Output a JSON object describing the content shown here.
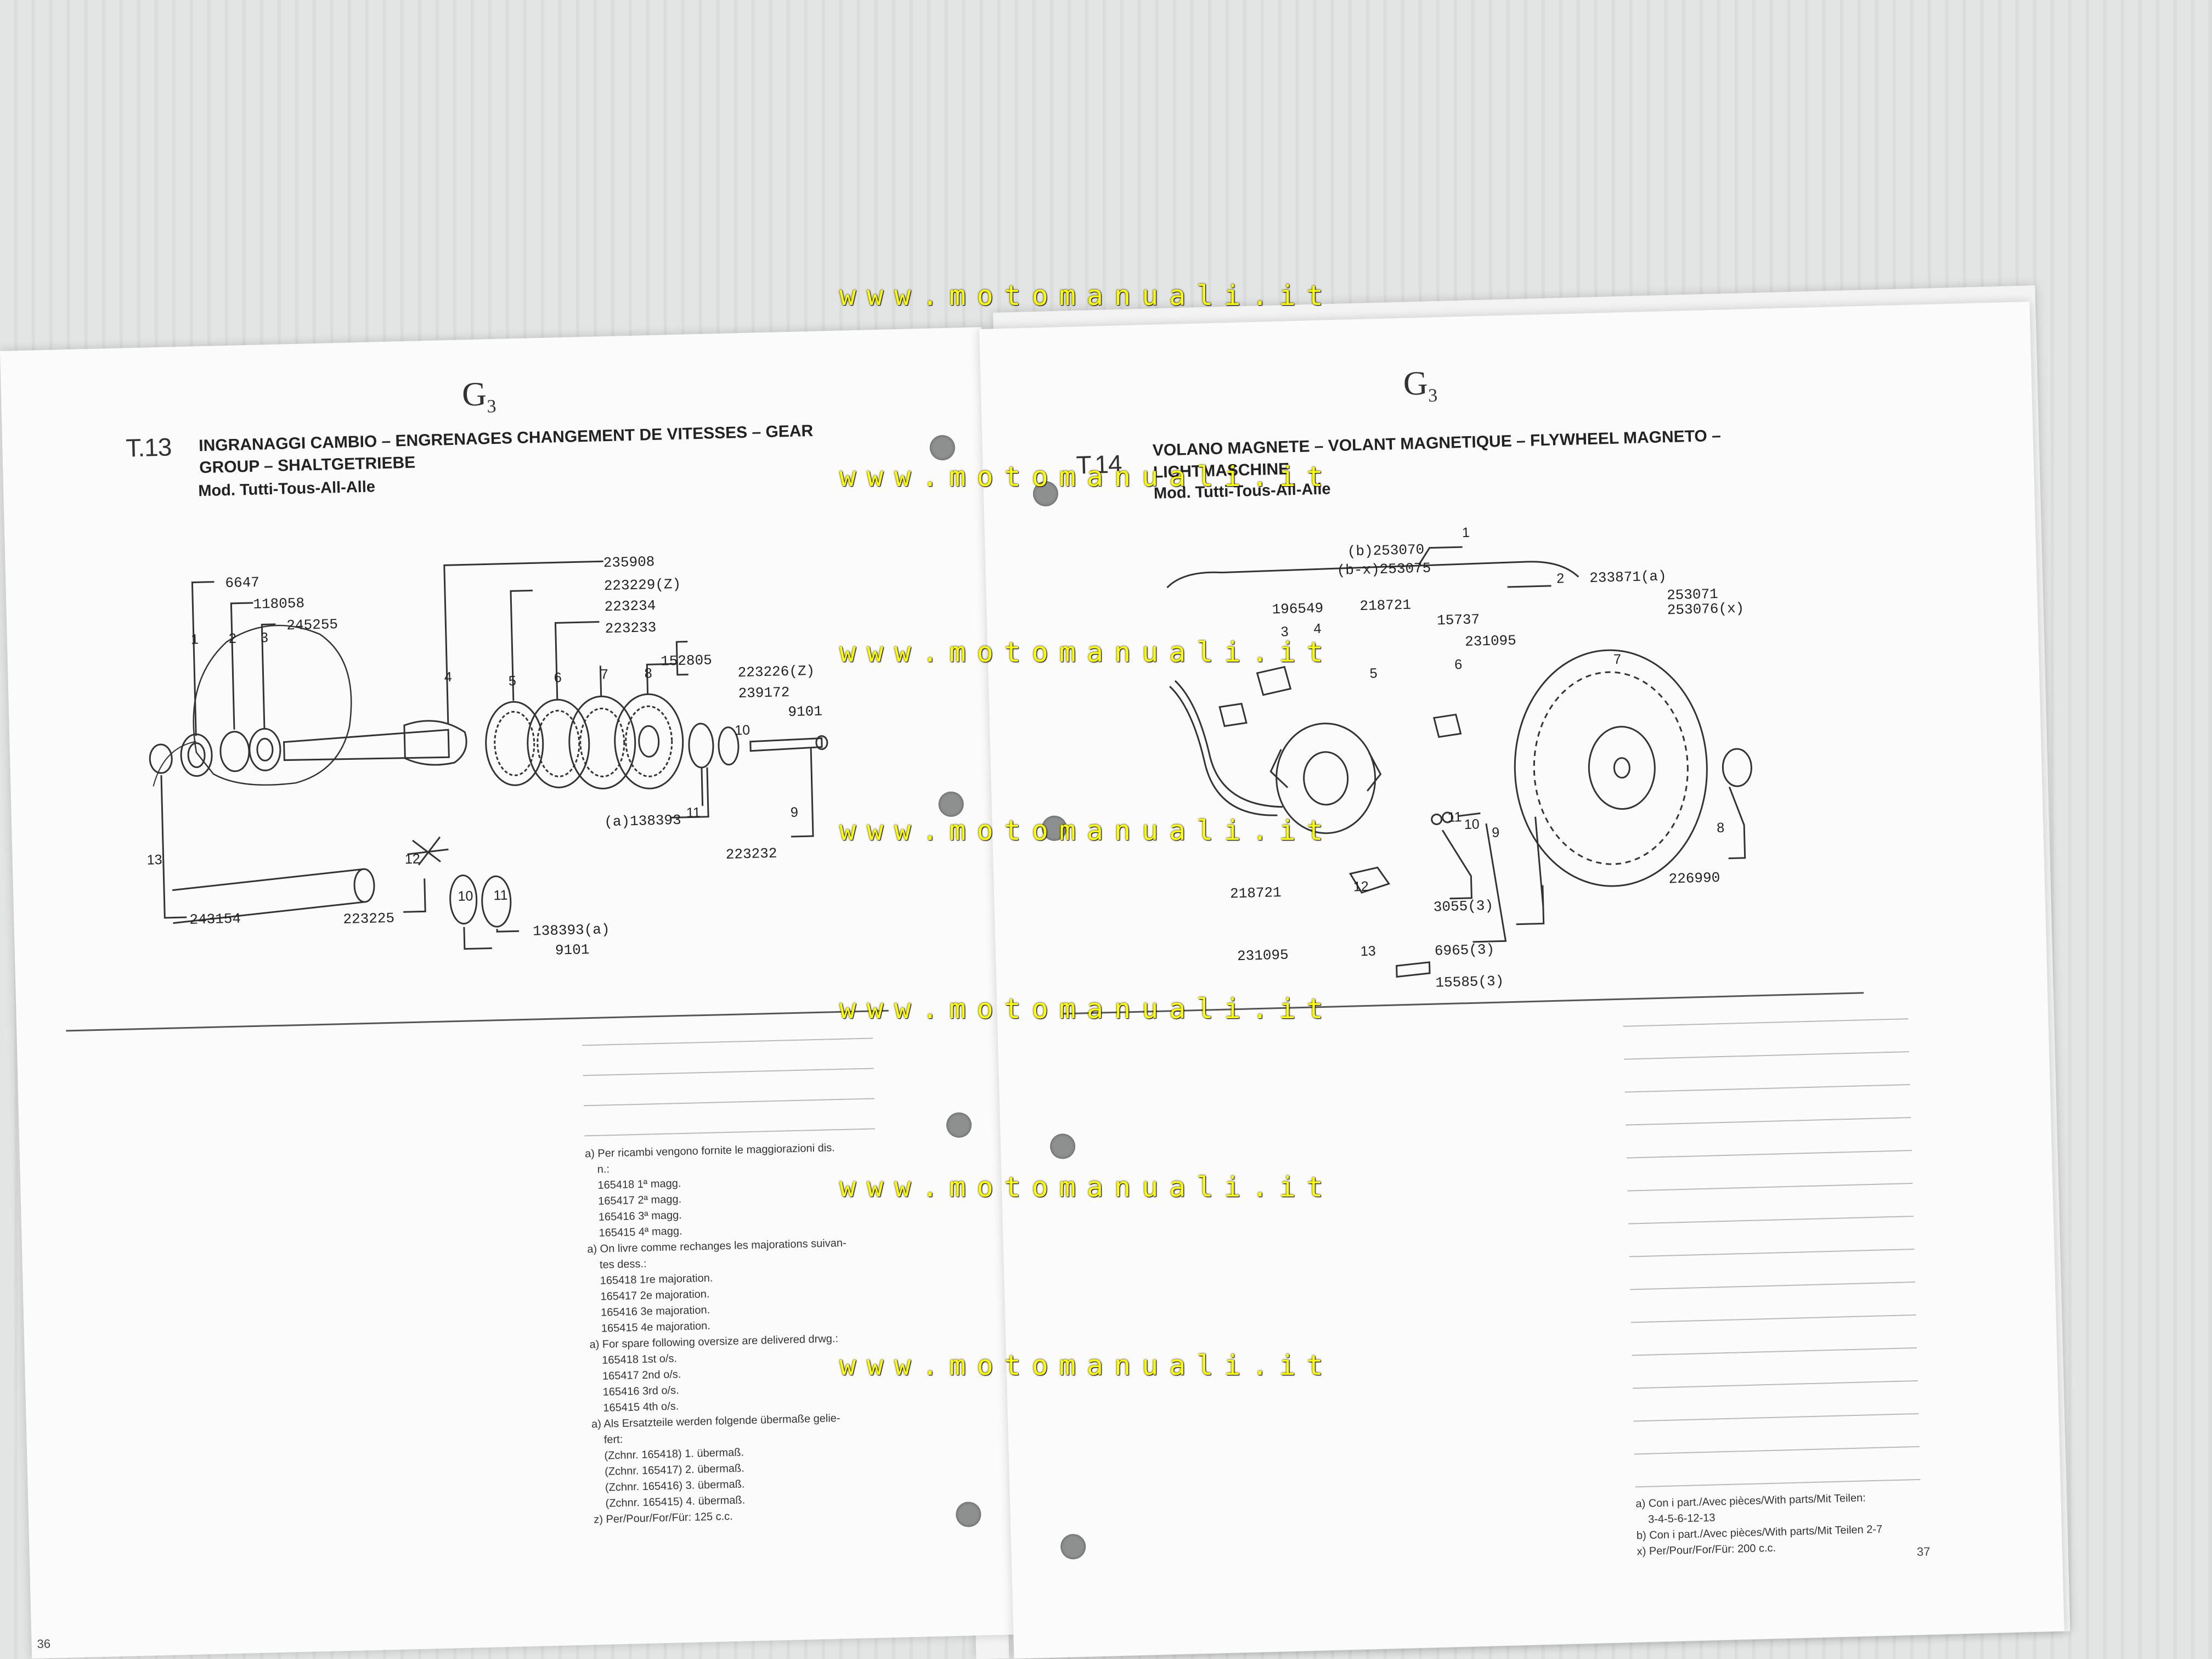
{
  "watermark": "www.motomanuali.it",
  "left_page": {
    "section": "G",
    "section_sub": "3",
    "table_code": "T.13",
    "title": "INGRANAGGI CAMBIO – ENGRENAGES CHANGEMENT DE VITESSES – GEAR\nGROUP – SHALTGETRIEBE",
    "model": "Mod. Tutti-Tous-All-Alle",
    "labels": [
      "6647",
      "118058",
      "245255",
      "235908",
      "223229(Z)",
      "223234",
      "223233",
      "152805",
      "223226(Z)",
      "239172",
      "9101",
      "(a)138393",
      "223232",
      "243154",
      "223225",
      "138393(a)",
      "9101"
    ],
    "numbers": [
      "1",
      "2",
      "3",
      "4",
      "5",
      "6",
      "7",
      "8",
      "10",
      "11",
      "9",
      "13",
      "12",
      "10",
      "11"
    ],
    "notes": [
      "a) Per ricambi vengono fornite le maggiorazioni dis.",
      "n.:",
      "165418 1ª magg.",
      "165417 2ª magg.",
      "165416 3ª magg.",
      "165415 4ª magg.",
      "a) On livre comme rechanges les majorations suivan-",
      "tes dess.:",
      "165418 1re majoration.",
      "165417 2e majoration.",
      "165416 3e majoration.",
      "165415 4e majoration.",
      "a) For spare following oversize are delivered drwg.:",
      "165418 1st o/s.",
      "165417 2nd o/s.",
      "165416 3rd o/s.",
      "165415 4th o/s.",
      "a) Als Ersatzteile werden folgende übermaße gelie-",
      "fert:",
      "(Zchnr. 165418) 1. übermaß.",
      "(Zchnr. 165417) 2. übermaß.",
      "(Zchnr. 165416) 3. übermaß.",
      "(Zchnr. 165415) 4. übermaß.",
      "z) Per/Pour/For/Für: 125 c.c."
    ],
    "page_number": "36"
  },
  "right_page": {
    "section": "G",
    "section_sub": "3",
    "table_code": "T.14",
    "title": "VOLANO MAGNETE – VOLANT MAGNETIQUE – FLYWHEEL MAGNETO –\nLICHTMASCHINE",
    "model": "Mod. Tutti-Tous-All-Alle",
    "labels": [
      "(b)253070",
      "(b-x)253075",
      "233871(a)",
      "196549",
      "218721",
      "15737",
      "231095",
      "253071",
      "253076(x)",
      "218721",
      "231095",
      "3055(3)",
      "6965(3)",
      "15585(3)",
      "226990"
    ],
    "numbers": [
      "1",
      "2",
      "3",
      "4",
      "5",
      "6",
      "7",
      "11",
      "10",
      "9",
      "8",
      "12",
      "13"
    ],
    "notes": [
      "a) Con i part./Avec pièces/With parts/Mit Teilen:",
      "3-4-5-6-12-13",
      "b) Con i part./Avec pièces/With parts/Mit Teilen 2-7",
      "x) Per/Pour/For/Für: 200 c.c."
    ],
    "page_number": "37"
  }
}
